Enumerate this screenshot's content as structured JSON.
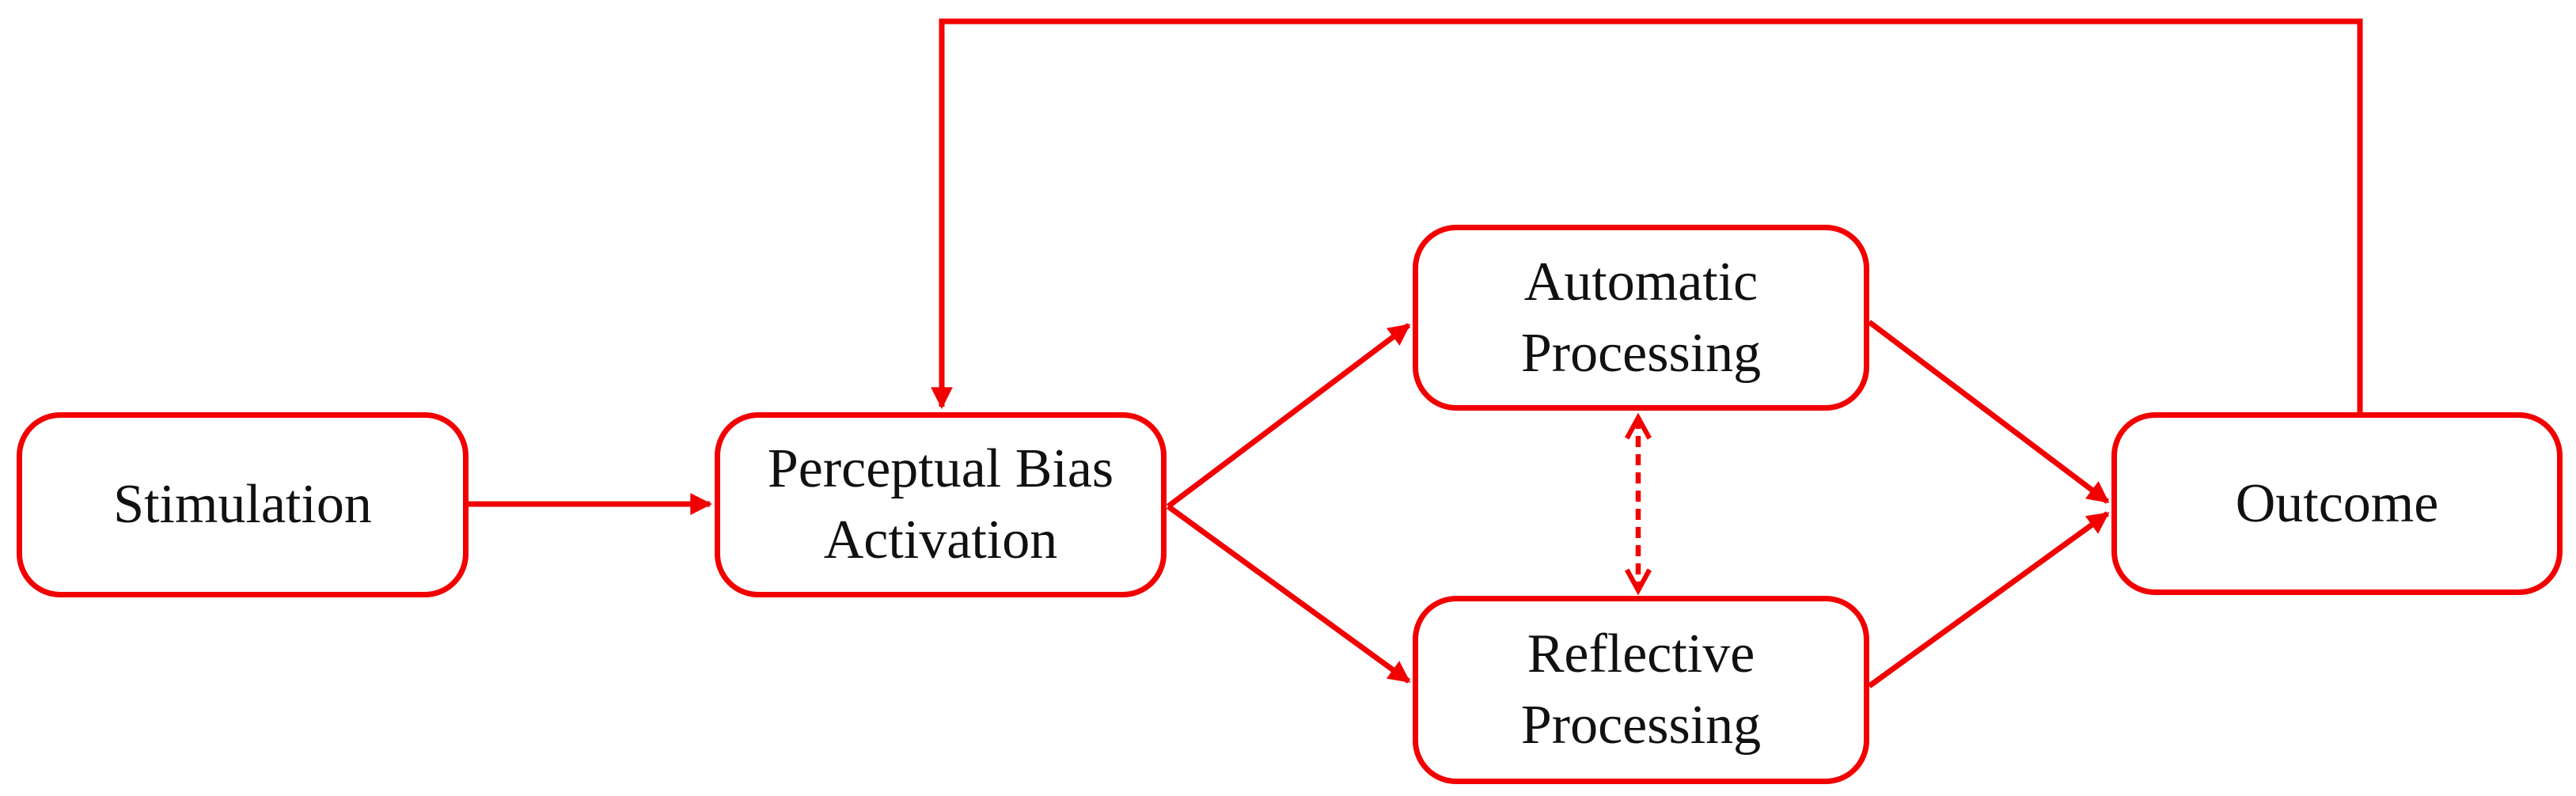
{
  "diagram": {
    "nodes": {
      "stimulation": {
        "label": "Stimulation"
      },
      "perceptual": {
        "label": "Perceptual Bias Activation"
      },
      "automatic": {
        "label": "Automatic Processing"
      },
      "reflective": {
        "label": "Reflective Processing"
      },
      "outcome": {
        "label": "Outcome"
      }
    },
    "edges": [
      {
        "from": "Stimulation",
        "to": "Perceptual Bias Activation",
        "style": "solid",
        "direction": "one-way",
        "route": "straight"
      },
      {
        "from": "Perceptual Bias Activation",
        "to": "Automatic Processing",
        "style": "solid",
        "direction": "one-way",
        "route": "diagonal"
      },
      {
        "from": "Perceptual Bias Activation",
        "to": "Reflective Processing",
        "style": "solid",
        "direction": "one-way",
        "route": "diagonal"
      },
      {
        "from": "Automatic Processing",
        "to": "Outcome",
        "style": "solid",
        "direction": "one-way",
        "route": "diagonal"
      },
      {
        "from": "Reflective Processing",
        "to": "Outcome",
        "style": "solid",
        "direction": "one-way",
        "route": "diagonal"
      },
      {
        "from": "Outcome",
        "to": "Perceptual Bias Activation",
        "style": "solid",
        "direction": "one-way",
        "route": "top-feedback-loop"
      },
      {
        "from": "Automatic Processing",
        "to": "Reflective Processing",
        "style": "dashed",
        "direction": "two-way",
        "route": "straight-vertical"
      }
    ],
    "colors": {
      "accent": "#f20000",
      "text": "#111111",
      "node_fill": "#ffffff",
      "background": "#ffffff"
    }
  }
}
